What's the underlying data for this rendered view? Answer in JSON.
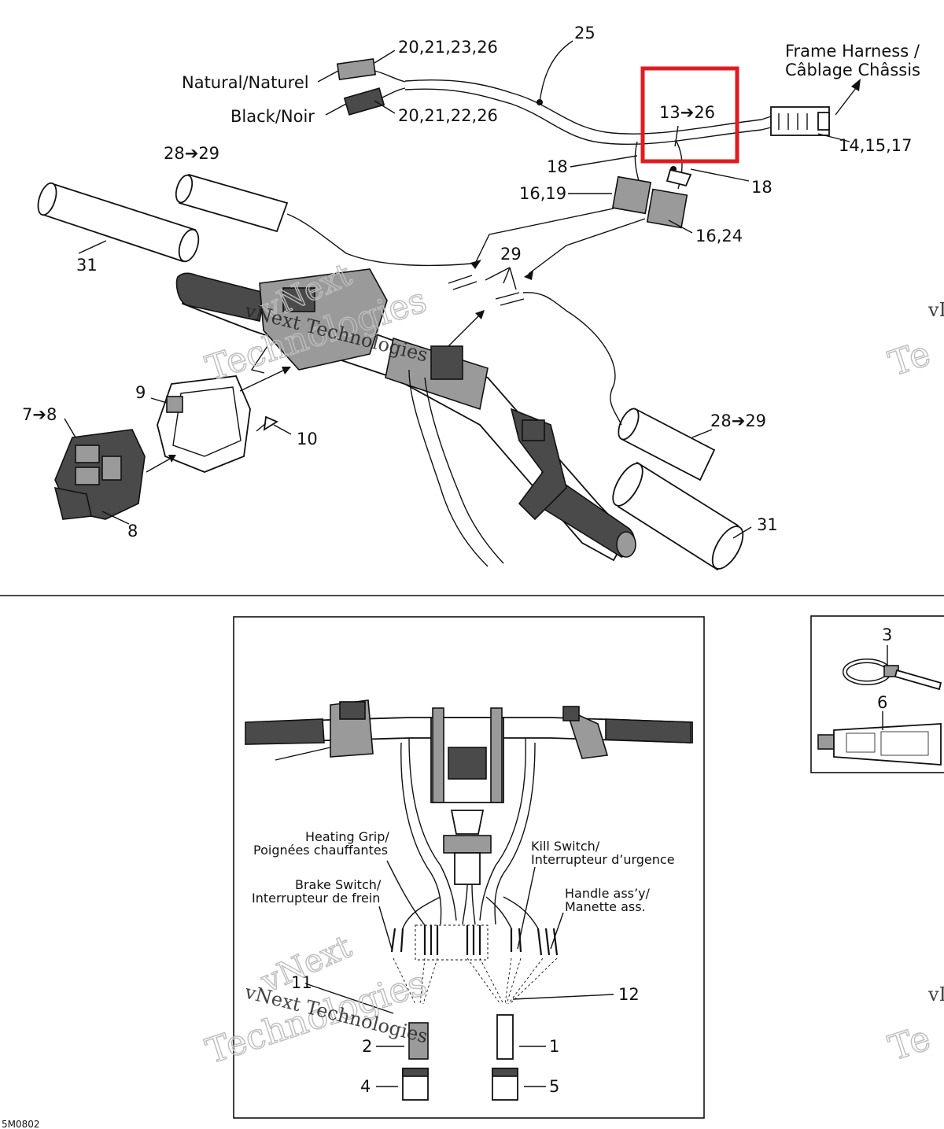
{
  "top_callouts": {
    "c_20_21_23_26": "20,21,23,26",
    "c_20_21_22_26": "20,21,22,26",
    "c_25": "25",
    "c_13_26": "13➔26",
    "c_14_15_17": "14,15,17",
    "c_18_a": "18",
    "c_18_b": "18",
    "c_16_19": "16,19",
    "c_16_24": "16,24",
    "c_28_29_a": "28➔29",
    "c_28_29_b": "28➔29",
    "c_29": "29",
    "c_31_a": "31",
    "c_31_b": "31",
    "c_9": "9",
    "c_7_8": "7➔8",
    "c_8": "8",
    "c_10": "10"
  },
  "labels": {
    "natural": "Natural/Naturel",
    "black": "Black/Noir",
    "frame_harness_1": "Frame Harness /",
    "frame_harness_2": "Câblage Châssis"
  },
  "inset_labels": {
    "heating_1": "Heating Grip/",
    "heating_2": "Poignées chauffantes",
    "brake_1": "Brake Switch/",
    "brake_2": "Interrupteur de frein",
    "kill_1": "Kill Switch/",
    "kill_2": "Interrupteur d’urgence",
    "handle_1": "Handle ass’y/",
    "handle_2": "Manette ass.",
    "c_11": "11",
    "c_12": "12",
    "c_1": "1",
    "c_2": "2",
    "c_4": "4",
    "c_5": "5"
  },
  "side_inset": {
    "c_3": "3",
    "c_6": "6"
  },
  "watermark": {
    "line1": "vNext",
    "line2": "Technologies",
    "combined": "vNext Technologies",
    "edge": "vI",
    "edge2": "Te"
  },
  "figure_code": "5M0802",
  "highlight_color": "#e11b22"
}
